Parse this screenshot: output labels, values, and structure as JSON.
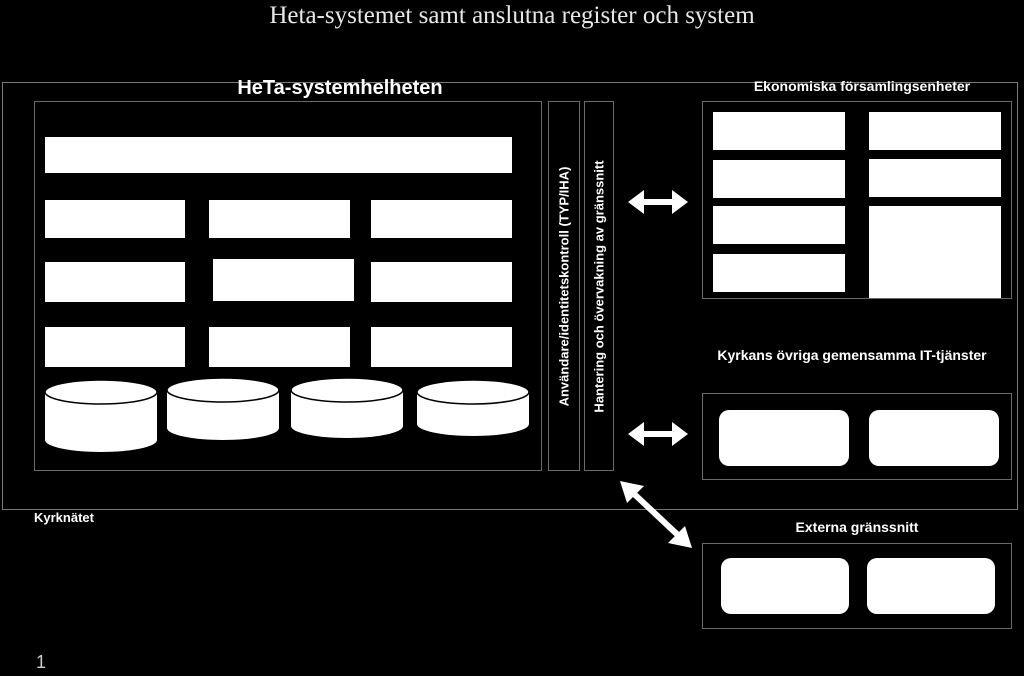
{
  "title": "Heta-systemet samt anslutna register och system",
  "heta_heading": "HeTa-systemhelheten",
  "vertical_left": "Användare/identitetskontroll (TYP/IHA)",
  "vertical_right": "Hantering och övervakning av gränssnitt",
  "kyrknatet": "Kyrknätet",
  "ekonomiska_heading": "Ekonomiska församlingsenheter",
  "kyrkans_heading": "Kyrkans övriga gemensamma IT-tjänster",
  "externa_heading": "Externa gränssnitt",
  "page_number": "1"
}
